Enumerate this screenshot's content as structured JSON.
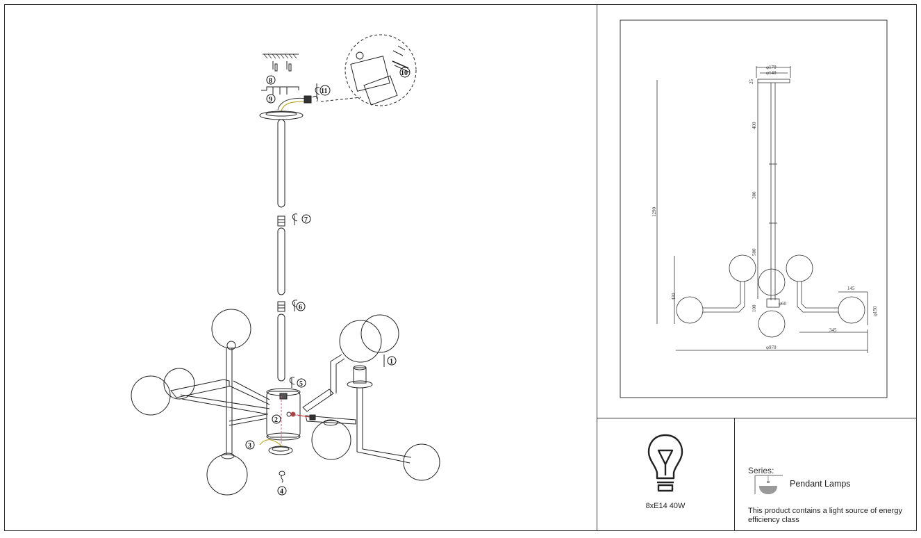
{
  "assembly": {
    "steps": [
      "1",
      "2",
      "3",
      "4",
      "5",
      "6",
      "7",
      "8",
      "9",
      "10",
      "11"
    ]
  },
  "dimensions": {
    "canopy_outer": "φ170",
    "canopy_inner": "φ140",
    "canopy_h": "25",
    "rod_top": "400",
    "rod_mid": "300",
    "rod_low": "500",
    "total_height": "1290",
    "body_height": "430",
    "hub_drop": "100",
    "hub_dia": "φ60",
    "arm_short": "145",
    "globe_dia": "φ150",
    "arm_long": "345",
    "total_width": "φ970"
  },
  "info": {
    "bulb_spec": "8xE14 40W",
    "series_label": "Series:",
    "series_name": "Pendant Lamps",
    "energy_note": "This product contains a light source of energy efficiency class"
  }
}
